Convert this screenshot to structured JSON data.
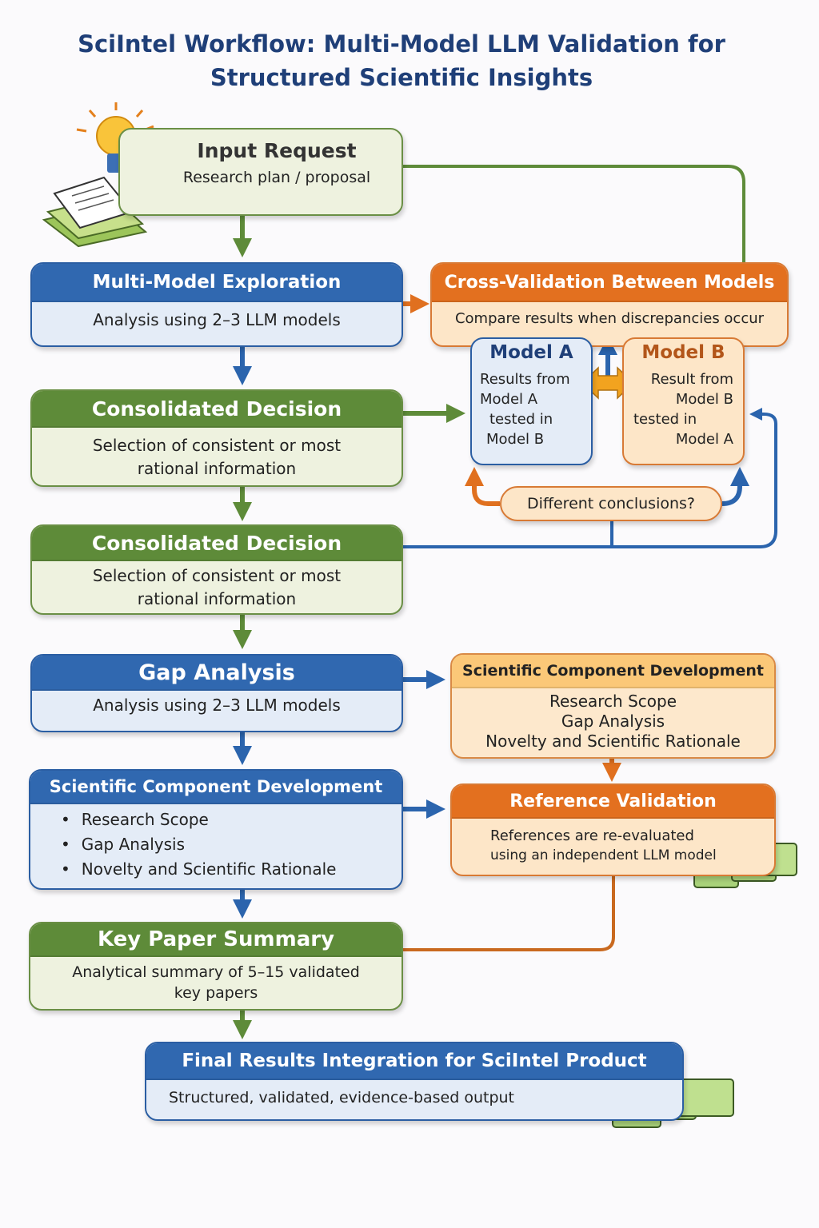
{
  "title": [
    "SciIntel Workflow: Multi-Model LLM Validation for",
    "Structured Scientific Insights"
  ],
  "colors": {
    "blue": "#3068b0",
    "green": "#5e8b39",
    "orange": "#e3701f",
    "light_orange": "#fbc878"
  },
  "input": {
    "title": "Input Request",
    "subtitle": "Research plan / proposal",
    "icons": [
      "lightbulb-icon",
      "document-stack-icon"
    ]
  },
  "multi_model": {
    "title": "Multi-Model Exploration",
    "body": "Analysis using 2–3 LLM models"
  },
  "cross_validation": {
    "title": "Cross-Validation Between Models",
    "body": "Compare results when discrepancies occur",
    "model_a": {
      "title": "Model A",
      "lines": [
        "Results from",
        "Model A",
        "tested in",
        "Model B"
      ]
    },
    "model_b": {
      "title": "Model B",
      "lines": [
        "Result from",
        "Model B",
        "tested in",
        "Model A"
      ]
    },
    "question": "Different conclusions?"
  },
  "consolidated_1": {
    "title": "Consolidated Decision",
    "lines": [
      "Selection of consistent or most",
      "rational information"
    ]
  },
  "consolidated_2": {
    "title": "Consolidated Decision",
    "lines": [
      "Selection of consistent or most",
      "rational information"
    ]
  },
  "gap": {
    "title": "Gap Analysis",
    "body": "Analysis using 2–3 LLM models"
  },
  "sci_right": {
    "title": "Scientific Component Development",
    "lines": [
      "Research Scope",
      "Gap Analysis",
      "Novelty and Scientific Rationale"
    ]
  },
  "sci_left": {
    "title": "Scientific Component Development",
    "items": [
      "Research Scope",
      "Gap Analysis",
      "Novelty and Scientific Rationale"
    ]
  },
  "reference": {
    "title": "Reference Validation",
    "lines": [
      "References are re-evaluated",
      "using an independent LLM model"
    ]
  },
  "key_paper": {
    "title": "Key Paper Summary",
    "lines": [
      "Analytical summary of 5–15 validated",
      "key papers"
    ]
  },
  "final": {
    "title": "Final Results Integration for SciIntel Product",
    "body": "Structured, validated, evidence-based output"
  }
}
